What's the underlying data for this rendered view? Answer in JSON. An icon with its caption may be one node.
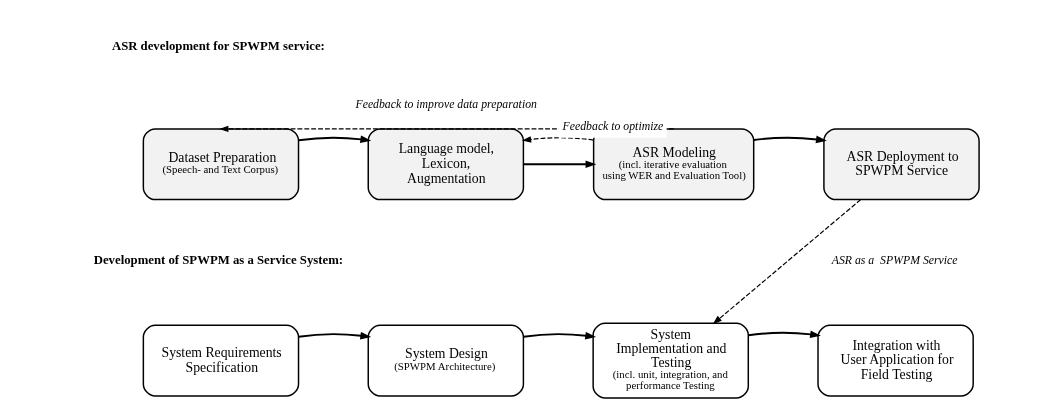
{
  "diagram": {
    "nodes": [
      {
        "text": [
          "Dataset Preparation",
          "(Speech- and Text Corpus)"
        ]
      },
      {
        "text": [
          "Language model, Lexicon, Augmentation"
        ]
      },
      {
        "text": [
          "ASR Modeling",
          "(incl. iterative evaluation using WER and Evaluation Tool)"
        ]
      },
      {
        "text": [
          "ASR Deployment to SPWPM Service"
        ]
      },
      {
        "text": [
          "System Requirements Specification"
        ]
      },
      {
        "text": [
          "System Design",
          "(SPWPM Architecture)"
        ]
      },
      {
        "text": [
          "System Implementation and Testing",
          "(incl. unit, integration, and performance Testing"
        ]
      },
      {
        "text": [
          "Integration with User Application for Field Testing"
        ]
      }
    ],
    "edges": [
      {
        "from": 0,
        "to": 1,
        "arrow": "to"
      },
      {
        "from": 1,
        "to": 2,
        "arrow": "to"
      },
      {
        "from": 2,
        "to": 3,
        "arrow": "to"
      },
      {
        "from": 2,
        "to": 0,
        "arrow": "to",
        "style": "dashed",
        "label": "Feedback to improve data preparation"
      },
      {
        "from": 2,
        "to": 1,
        "arrow": "to",
        "style": "dashed",
        "label": "Feedback to optimize"
      },
      {
        "from": 3,
        "to": 6,
        "arrow": "to",
        "style": "dashed",
        "label": "ASR as a  SPWPM Service"
      },
      {
        "from": 4,
        "to": 5,
        "arrow": "to"
      },
      {
        "from": 5,
        "to": 6,
        "arrow": "to"
      },
      {
        "from": 6,
        "to": 7,
        "arrow": "to"
      }
    ],
    "labels": [
      "ASR development for SPWPM service:",
      "Development of SPWPM as a Service System:"
    ]
  }
}
